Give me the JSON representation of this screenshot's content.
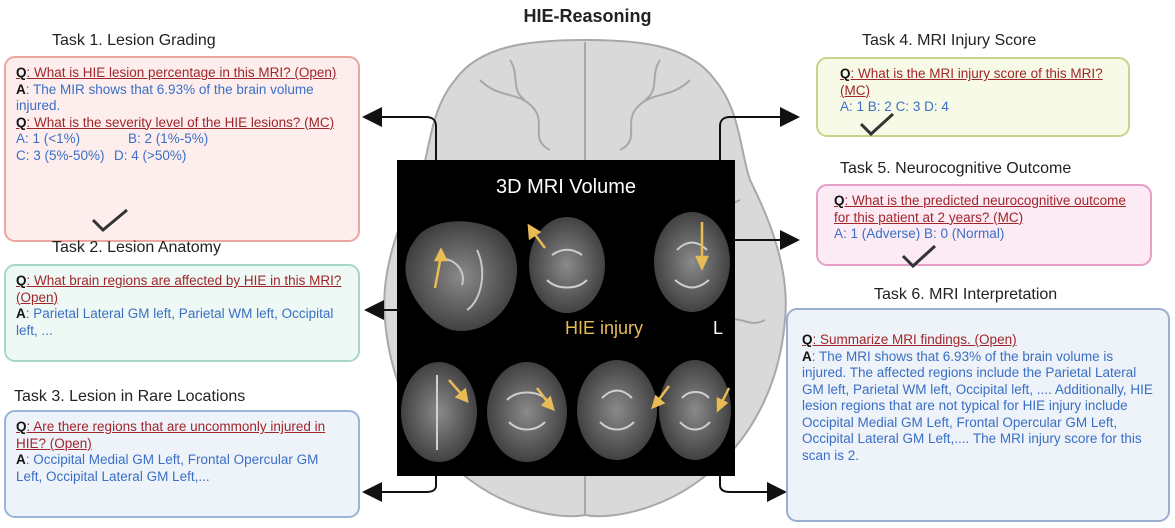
{
  "title": "HIE-Reasoning",
  "mri": {
    "title": "3D MRI Volume",
    "injury_label": "HIE injury",
    "side_label": "L"
  },
  "tasks": {
    "t1": {
      "title": "Task 1. Lesion Grading",
      "q1_prefix": "Q",
      "q1": ": What is HIE lesion percentage in this MRI? (Open)",
      "a1_prefix": "A",
      "a1": ": The MIR shows that 6.93% of the brain volume injured.",
      "q2_prefix": "Q",
      "q2": ": What is the severity level of the HIE lesions? (MC)",
      "choices": [
        "A: 1 (<1%)",
        "B: 2 (1%-5%)",
        "C: 3 (5%-50%)",
        "D: 4 (>50%)"
      ]
    },
    "t2": {
      "title": "Task 2. Lesion Anatomy",
      "q_prefix": "Q",
      "q": ": What brain regions are affected by HIE in this MRI? (Open)",
      "a_prefix": "A",
      "a": ": Parietal Lateral GM left, Parietal WM left, Occipital left, ..."
    },
    "t3": {
      "title": "Task 3. Lesion in Rare Locations",
      "q_prefix": "Q",
      "q": ": Are there regions that are uncommonly injured in HIE? (Open)",
      "a_prefix": "A",
      "a": ":  Occipital Medial GM Left, Frontal Opercular GM Left, Occipital Lateral GM Left,..."
    },
    "t4": {
      "title": "Task 4. MRI Injury Score",
      "q_prefix": "Q",
      "q": ": What is the MRI injury score of this MRI? (MC)",
      "choices": [
        "A: 1",
        "B: 2",
        "C: 3",
        "D: 4"
      ]
    },
    "t5": {
      "title": "Task 5. Neurocognitive Outcome",
      "q_prefix": "Q",
      "q": ": What is the predicted neurocognitive outcome for this patient at 2 years? (MC)",
      "choices": [
        "A: 1 (Adverse)",
        "B: 0 (Normal)"
      ]
    },
    "t6": {
      "title": "Task 6. MRI Interpretation",
      "q_prefix": "Q",
      "q": ": Summarize MRI findings. (Open)",
      "a_prefix": "A",
      "a": ": The MRI shows that 6.93% of the brain volume is injured. The affected regions include the Parietal Lateral GM left, Parietal WM left, Occipital left, .... Additionally, HIE lesion regions that are not typical for HIE injury include Occipital Medial GM Left, Frontal Opercular GM Left, Occipital Lateral GM Left,.... The MRI injury score for this scan is 2."
    }
  },
  "colors": {
    "t1_border": "#eaa6a0",
    "t1_fill": "#fdeeed",
    "t2_border": "#a6d8c4",
    "t2_fill": "#eef8f4",
    "t3_border": "#9cb4d6",
    "t3_fill": "#eef3fa",
    "t4_border": "#c8d48a",
    "t4_fill": "#f8fae8",
    "t5_border": "#e6a0c8",
    "t5_fill": "#fcebf5",
    "t6_border": "#9aaed0",
    "t6_fill": "#eef2f9",
    "answer": "#3a6fc4",
    "question": "#a0262a",
    "arrow_yellow": "#e8bb54"
  }
}
